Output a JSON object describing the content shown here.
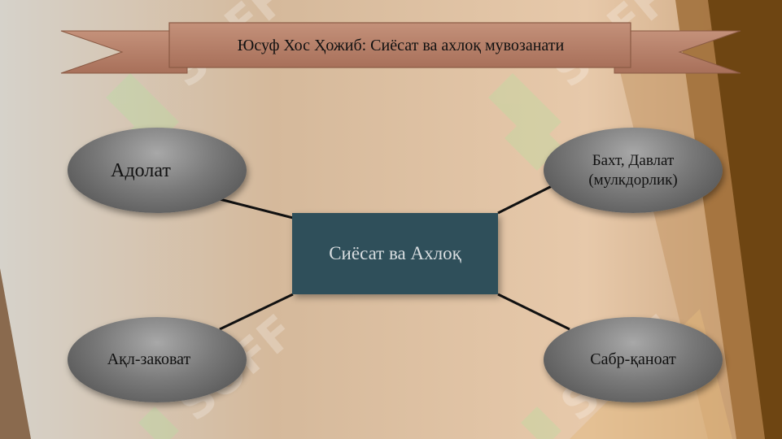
{
  "banner": {
    "title": "Юсуф Хос Ҳожиб: Сиёсат ва ахлоқ мувозанати"
  },
  "center": {
    "label": "Сиёсат ва Ахлоқ"
  },
  "nodes": {
    "top_left": "Адолат",
    "top_right_line1": "Бахт, Давлат",
    "top_right_line2": "(мулкдорлик)",
    "bottom_left": "Ақл-заковат",
    "bottom_right": "Сабр-қаноат"
  },
  "watermark": "SOFF",
  "colors": {
    "center_box": "#2f4f5a",
    "banner_fill": "#b07a5e",
    "accent_right": "#7a4a12"
  }
}
